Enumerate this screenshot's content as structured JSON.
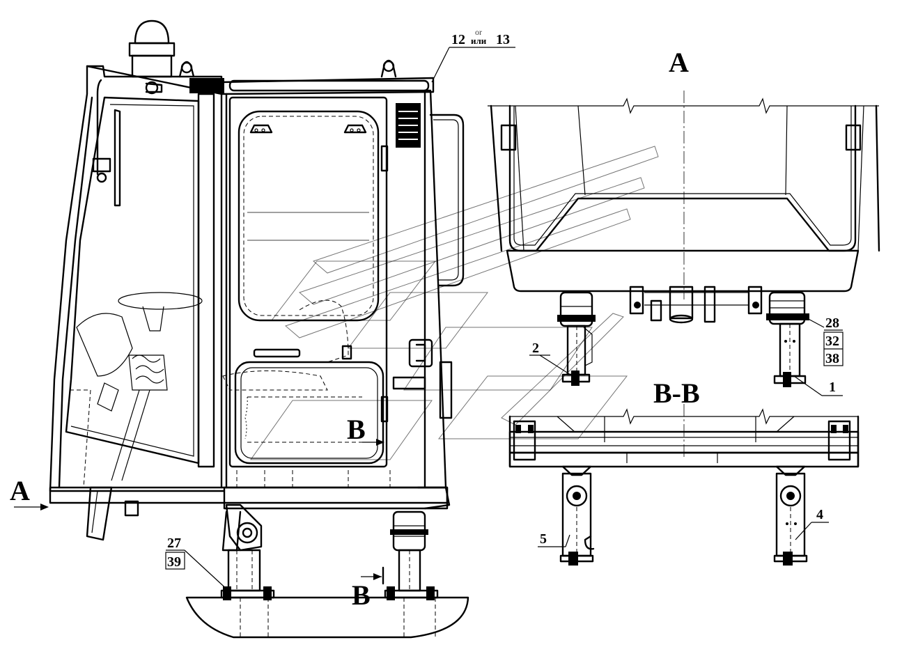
{
  "view_labels": {
    "view_a": "A",
    "section_bb": "B-B",
    "arrow_a": "A",
    "arrow_b_upper": "B",
    "arrow_b_lower": "B"
  },
  "callouts": {
    "top": {
      "main": "12",
      "alt_small": "or",
      "alt_word": "или",
      "alt_num": "13"
    },
    "right_stack": [
      "28",
      "32",
      "38"
    ],
    "bottom_left_stack": [
      "27",
      "39"
    ],
    "view_a_left": "2",
    "view_a_right": "1",
    "section_left": "5",
    "section_right": "4"
  }
}
